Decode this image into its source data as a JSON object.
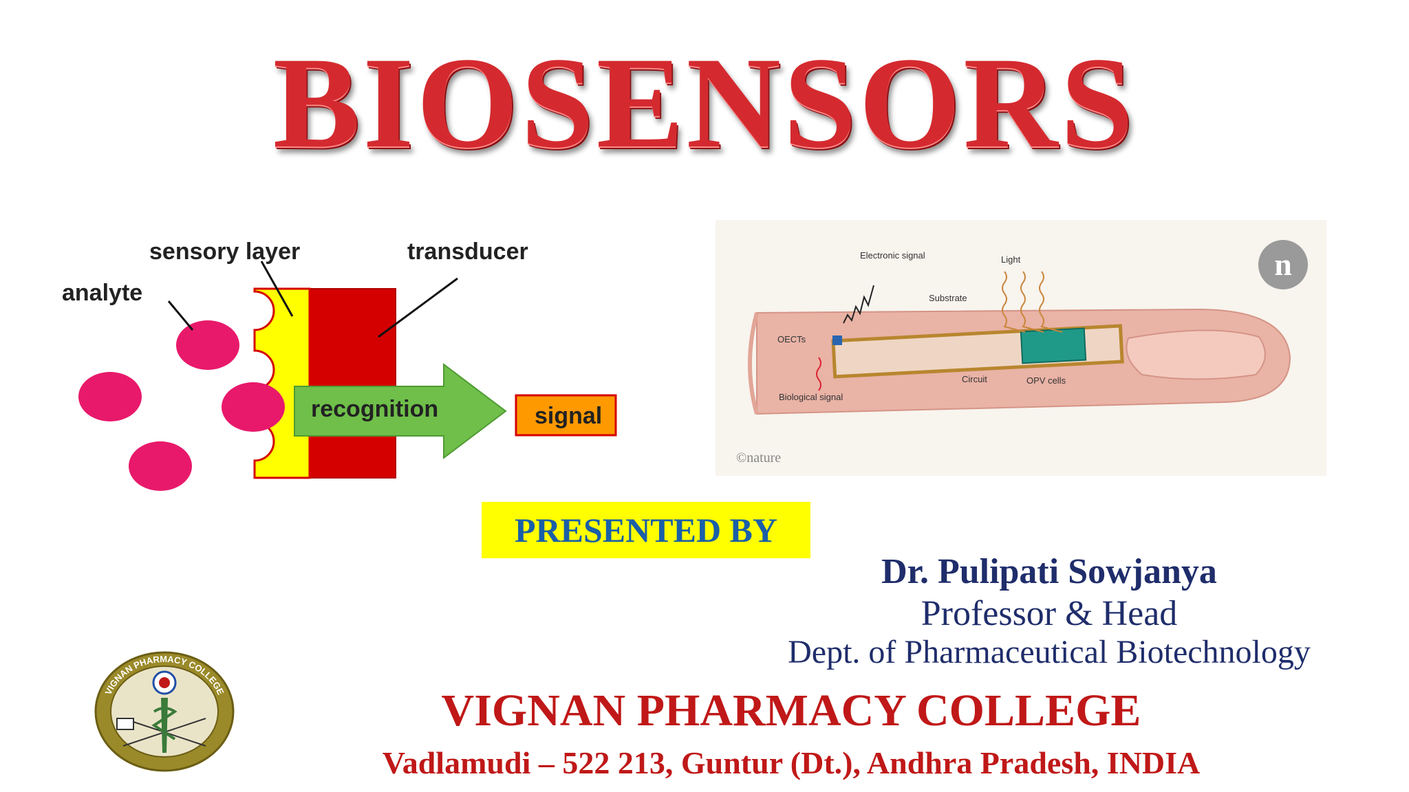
{
  "slide": {
    "title": "BIOSENSORS"
  },
  "diagram": {
    "labels": {
      "sensory_layer": "sensory layer",
      "transducer": "transducer",
      "analyte": "analyte",
      "recognition": "recognition",
      "signal": "signal"
    },
    "colors": {
      "analyte": "#e8196b",
      "sensory_layer": "#ffff00",
      "transducer": "#d40000",
      "arrow": "#6fbf4a",
      "signal_box": "#ff9900"
    }
  },
  "nature_figure": {
    "labels": {
      "electronic_signal": "Electronic signal",
      "light": "Light",
      "substrate": "Substrate",
      "oects": "OECTs",
      "circuit": "Circuit",
      "opv_cells": "OPV cells",
      "biological_signal": "Biological signal",
      "logo_letter": "n",
      "credit": "©nature"
    }
  },
  "presented_by": "PRESENTED BY",
  "presenter": {
    "name": "Dr. Pulipati Sowjanya",
    "role": "Professor & Head",
    "department": "Dept. of Pharmaceutical Biotechnology"
  },
  "college": {
    "name": "VIGNAN PHARMACY COLLEGE",
    "address": "Vadlamudi – 522 213, Guntur (Dt.), Andhra Pradesh, INDIA",
    "logo_text": "VIGNAN PHARMACY COLLEGE"
  }
}
